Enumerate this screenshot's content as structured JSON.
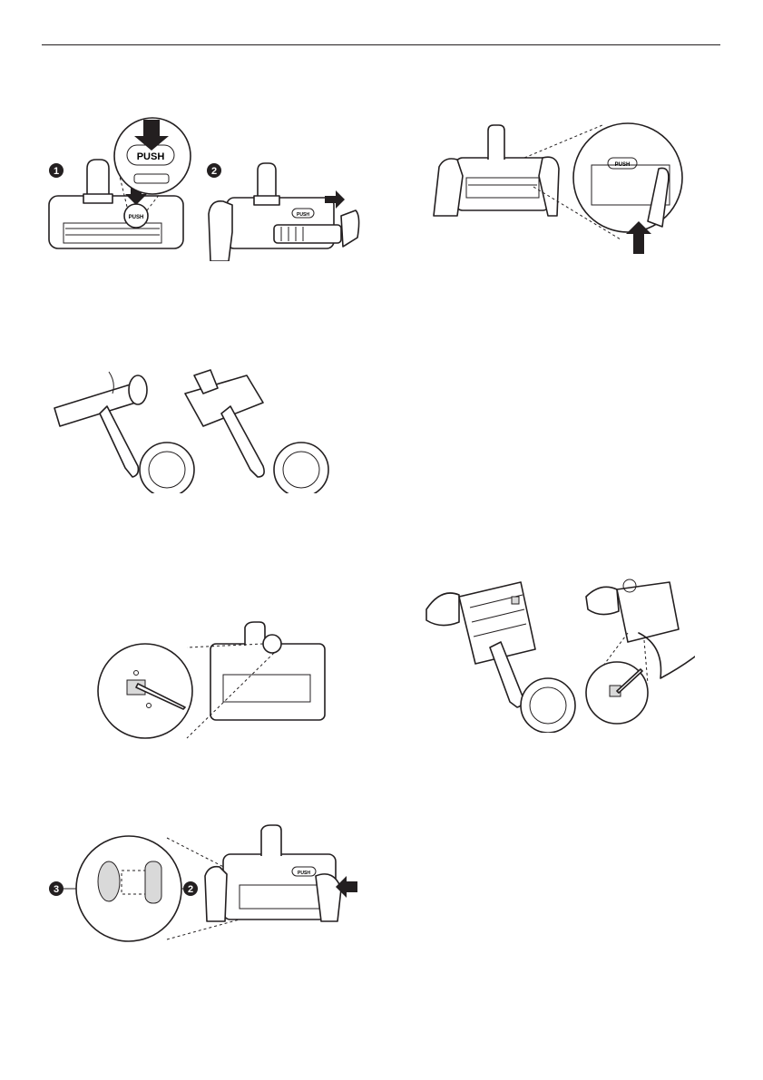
{
  "labels": {
    "push_large": "PUSH",
    "push_small": "PUSH",
    "push_nozzle_2": "PUSH",
    "push_nozzle_3": "PUSH",
    "push_zoom_3": "PUSH",
    "step_1": "1",
    "step_2": "2",
    "step_3": "3"
  },
  "colors": {
    "ink": "#231f20",
    "page": "#ffffff"
  }
}
